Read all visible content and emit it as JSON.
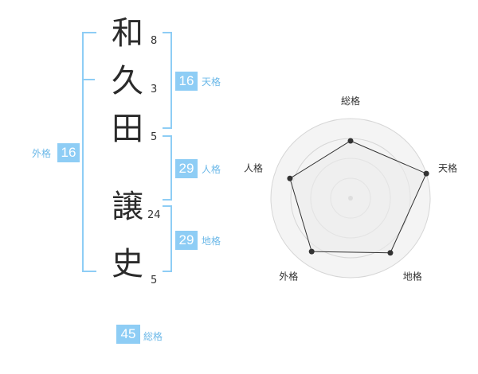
{
  "name": {
    "chars": [
      {
        "char": "和",
        "strokes": "8"
      },
      {
        "char": "久",
        "strokes": "3"
      },
      {
        "char": "田",
        "strokes": "5"
      },
      {
        "char": "譲",
        "strokes": "24"
      },
      {
        "char": "史",
        "strokes": "5"
      }
    ]
  },
  "kaku": {
    "tenkaku": {
      "value": "16",
      "label": "天格"
    },
    "jinkaku": {
      "value": "29",
      "label": "人格"
    },
    "chikaku": {
      "value": "29",
      "label": "地格"
    },
    "gaikaku": {
      "value": "16",
      "label": "外格"
    },
    "soukaku": {
      "value": "45",
      "label": "総格"
    }
  },
  "chart_data": {
    "type": "radar",
    "axes": [
      "総格",
      "天格",
      "地格",
      "外格",
      "人格"
    ],
    "values": [
      0.72,
      1.0,
      0.85,
      0.83,
      0.8
    ],
    "rings": 4,
    "grid": true
  }
}
